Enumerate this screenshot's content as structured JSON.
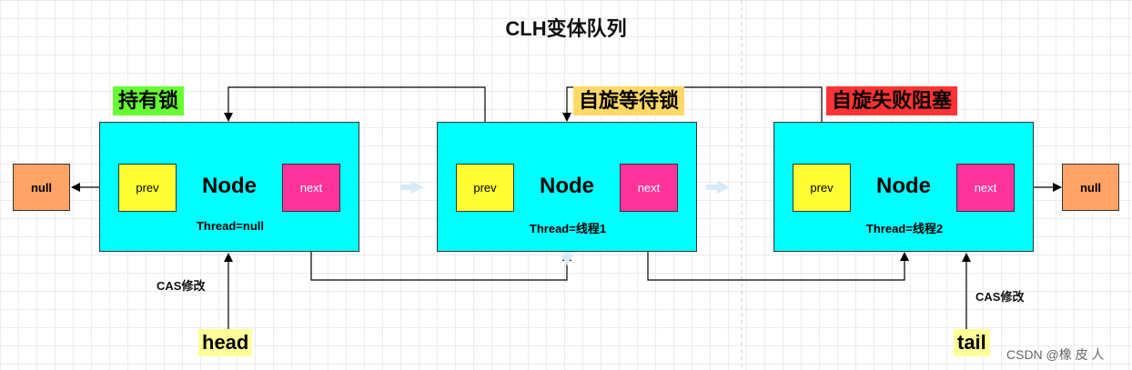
{
  "title": "CLH变体队列",
  "nodes": [
    {
      "label": "Node",
      "thread": "Thread=null",
      "prev": "prev",
      "next": "next",
      "status": "持有锁",
      "status_color": "#66ff33"
    },
    {
      "label": "Node",
      "thread": "Thread=线程1",
      "prev": "prev",
      "next": "next",
      "status": "自旋等待锁",
      "status_color": "#ffd966"
    },
    {
      "label": "Node",
      "thread": "Thread=线程2",
      "prev": "prev",
      "next": "next",
      "status": "自旋失败阻塞",
      "status_color": "#ff3333"
    }
  ],
  "null_left": "null",
  "null_right": "null",
  "head": {
    "label": "head",
    "cas": "CAS修改"
  },
  "tail": {
    "label": "tail",
    "cas": "CAS修改"
  },
  "watermark": "CSDN @橡 皮 人"
}
